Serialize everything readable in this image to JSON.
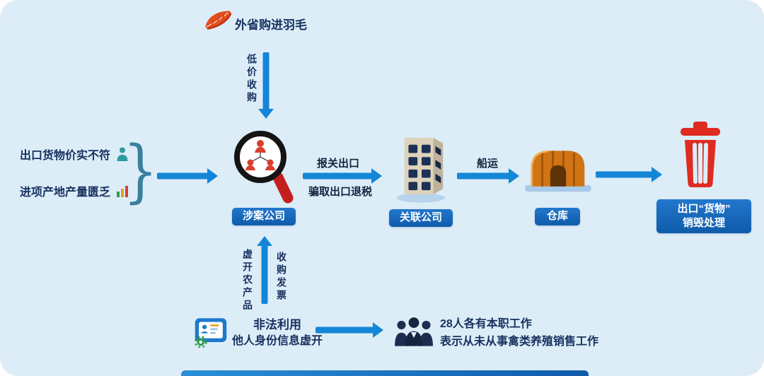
{
  "colors": {
    "background": "#dcedf8",
    "arrow_blue": "#1486d8",
    "badge_blue": "#0f5bab",
    "text_navy": "#17305e",
    "trash_red": "#e02b20",
    "feather_orange": "#e34d1d",
    "warehouse_orange": "#d07416",
    "gear_green": "#2e9e4f"
  },
  "icons": [
    "feather-icon",
    "magnifier-company-icon",
    "building-icon",
    "warehouse-icon",
    "trash-icon",
    "id-card-icon",
    "people-group-icon",
    "person-icon",
    "bar-chart-icon",
    "brace-glyph"
  ],
  "misc": {
    "brace_glyph": "}"
  },
  "top": {
    "feather_text": "外省购进羽毛",
    "flow_down_label": "低价收购"
  },
  "left": {
    "line1": "出口货物价实不符",
    "line2": "进项产地产量匮乏"
  },
  "center": {
    "company_badge": "涉案公司",
    "export_arrow_top": "报关出口",
    "export_arrow_bottom": "骗取出口退税"
  },
  "right_chain": {
    "affiliate_badge": "关联公司",
    "shipping_label": "船运",
    "warehouse_badge": "仓库",
    "destroy_badge_line1": "出口“货物”",
    "destroy_badge_line2": "销毁处理"
  },
  "bottom": {
    "flow_up_left_label": "虚开农产品",
    "flow_up_right_label": "收购发票",
    "idcard_line1": "非法利用",
    "idcard_line2": "他人身份信息虚开",
    "people_line1": "28人各有本职工作",
    "people_line2": "表示从未从事禽类养殖销售工作"
  }
}
